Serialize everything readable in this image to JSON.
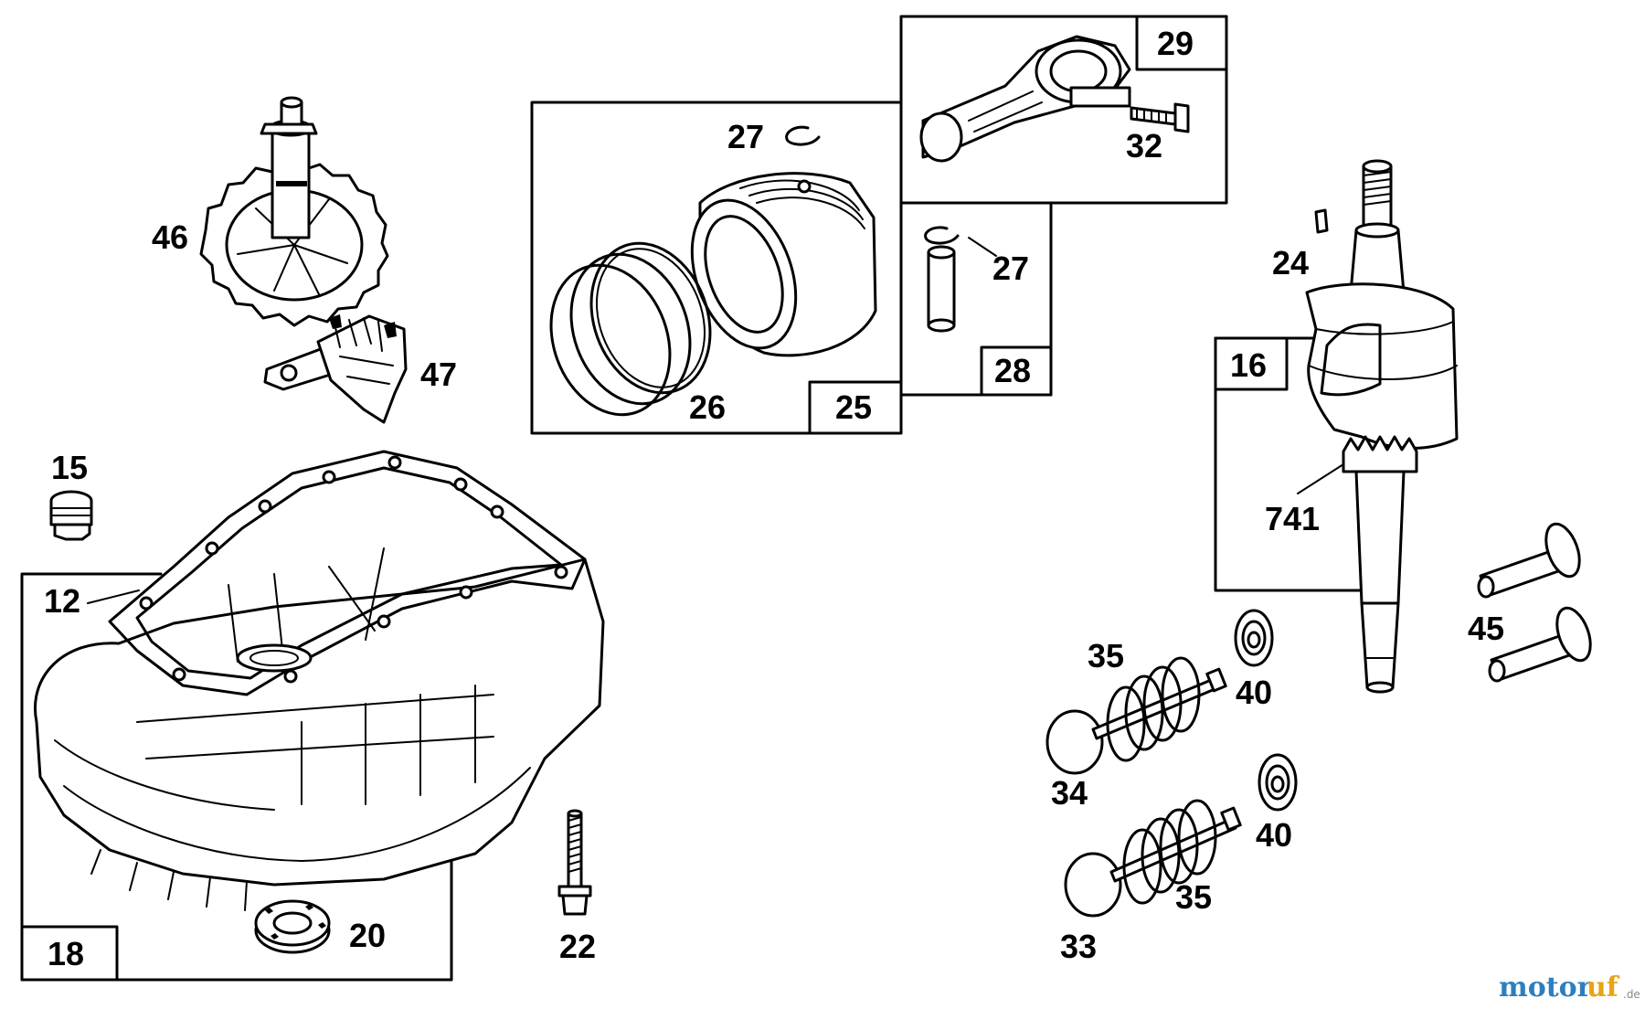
{
  "labels": {
    "l46": "46",
    "l47": "47",
    "l15": "15",
    "l12": "12",
    "l18": "18",
    "l20": "20",
    "l22": "22",
    "l25": "25",
    "l26": "26",
    "l27a": "27",
    "l29": "29",
    "l32": "32",
    "l27b": "27",
    "l28": "28",
    "l24": "24",
    "l16": "16",
    "l741": "741",
    "l45": "45",
    "l35a": "35",
    "l40a": "40",
    "l34": "34",
    "l40b": "40",
    "l35b": "35",
    "l33": "33"
  },
  "watermark": {
    "part1": "motor",
    "part2": "uf",
    "suffix": ".de"
  }
}
